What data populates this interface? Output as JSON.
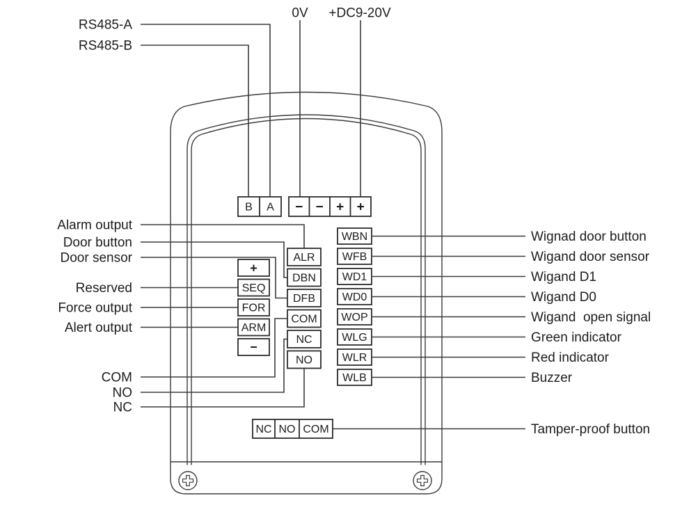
{
  "diagram": {
    "top": {
      "rs485_a": "RS485-A",
      "rs485_b": "RS485-B",
      "zero_v": "0V",
      "power_supply": "+DC9-20V"
    },
    "top_terminals": {
      "comm": [
        "B",
        "A"
      ],
      "power": [
        "−",
        "−",
        "+",
        "+"
      ]
    },
    "left_labels": {
      "alarm_output": "Alarm output",
      "door_button": "Door button",
      "door_sensor": "Door sensor",
      "reserved": "Reserved",
      "force_output": "Force output",
      "alert_output": "Alert output",
      "com": "COM",
      "no": "NO",
      "nc": "NC"
    },
    "seq_block": [
      "+",
      "SEQ",
      "FOR",
      "ARM",
      "−"
    ],
    "mid_terminals": [
      "ALR",
      "DBN",
      "DFB",
      "COM",
      "NC",
      "NO"
    ],
    "wiegand_terminals": [
      "WBN",
      "WFB",
      "WD1",
      "WD0",
      "WOP",
      "WLG",
      "WLR",
      "WLB"
    ],
    "right_labels": [
      "Wignad door button",
      "Wigand door sensor",
      "Wigand D1",
      "Wigand D0",
      "Wigand  open signal",
      "Green indicator",
      "Red indicator",
      "Buzzer"
    ],
    "relay_terminals": [
      "NC",
      "NO",
      "COM"
    ],
    "tamper_label": "Tamper-proof button"
  }
}
